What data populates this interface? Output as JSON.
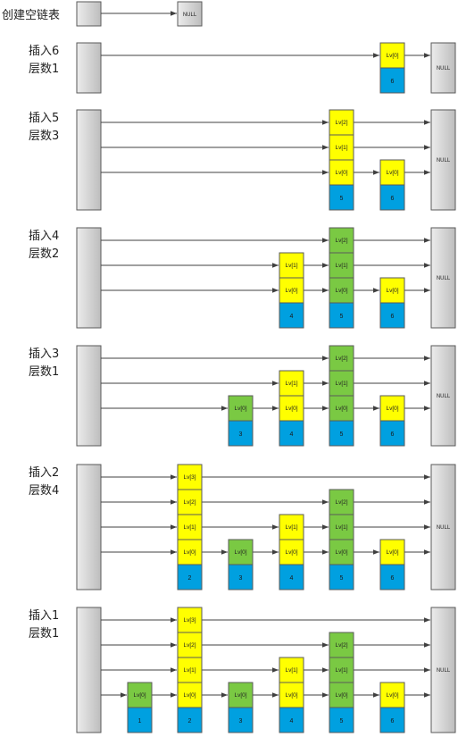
{
  "null_label": "NULL",
  "level_label_prefix": "Lv",
  "colors": {
    "header_fill_top": "#ececec",
    "header_fill_bottom": "#bdbdbd",
    "border": "#5a5a5a",
    "yellow": "#ffff00",
    "green": "#7ac943",
    "blue": "#00a0e0",
    "arrow": "#404040"
  },
  "steps": [
    {
      "caption": [
        "创建空链表"
      ],
      "nodes": []
    },
    {
      "caption": [
        "插入6",
        "层数1"
      ],
      "nodes": [
        {
          "key": "6",
          "level": 1,
          "color": "yellow"
        }
      ]
    },
    {
      "caption": [
        "插入5",
        "层数3"
      ],
      "nodes": [
        {
          "key": "5",
          "level": 3,
          "color": "yellow"
        },
        {
          "key": "6",
          "level": 1,
          "color": "yellow"
        }
      ]
    },
    {
      "caption": [
        "插入4",
        "层数2"
      ],
      "nodes": [
        {
          "key": "4",
          "level": 2,
          "color": "yellow"
        },
        {
          "key": "5",
          "level": 3,
          "color": "green"
        },
        {
          "key": "6",
          "level": 1,
          "color": "yellow"
        }
      ]
    },
    {
      "caption": [
        "插入3",
        "层数1"
      ],
      "nodes": [
        {
          "key": "3",
          "level": 1,
          "color": "green"
        },
        {
          "key": "4",
          "level": 2,
          "color": "yellow"
        },
        {
          "key": "5",
          "level": 3,
          "color": "green"
        },
        {
          "key": "6",
          "level": 1,
          "color": "yellow"
        }
      ]
    },
    {
      "caption": [
        "插入2",
        "层数4"
      ],
      "nodes": [
        {
          "key": "2",
          "level": 4,
          "color": "yellow"
        },
        {
          "key": "3",
          "level": 1,
          "color": "green"
        },
        {
          "key": "4",
          "level": 2,
          "color": "yellow"
        },
        {
          "key": "5",
          "level": 3,
          "color": "green"
        },
        {
          "key": "6",
          "level": 1,
          "color": "yellow"
        }
      ]
    },
    {
      "caption": [
        "插入1",
        "层数1"
      ],
      "nodes": [
        {
          "key": "1",
          "level": 1,
          "color": "green"
        },
        {
          "key": "2",
          "level": 4,
          "color": "yellow"
        },
        {
          "key": "3",
          "level": 1,
          "color": "green"
        },
        {
          "key": "4",
          "level": 2,
          "color": "yellow"
        },
        {
          "key": "5",
          "level": 3,
          "color": "green"
        },
        {
          "key": "6",
          "level": 1,
          "color": "yellow"
        }
      ]
    }
  ]
}
